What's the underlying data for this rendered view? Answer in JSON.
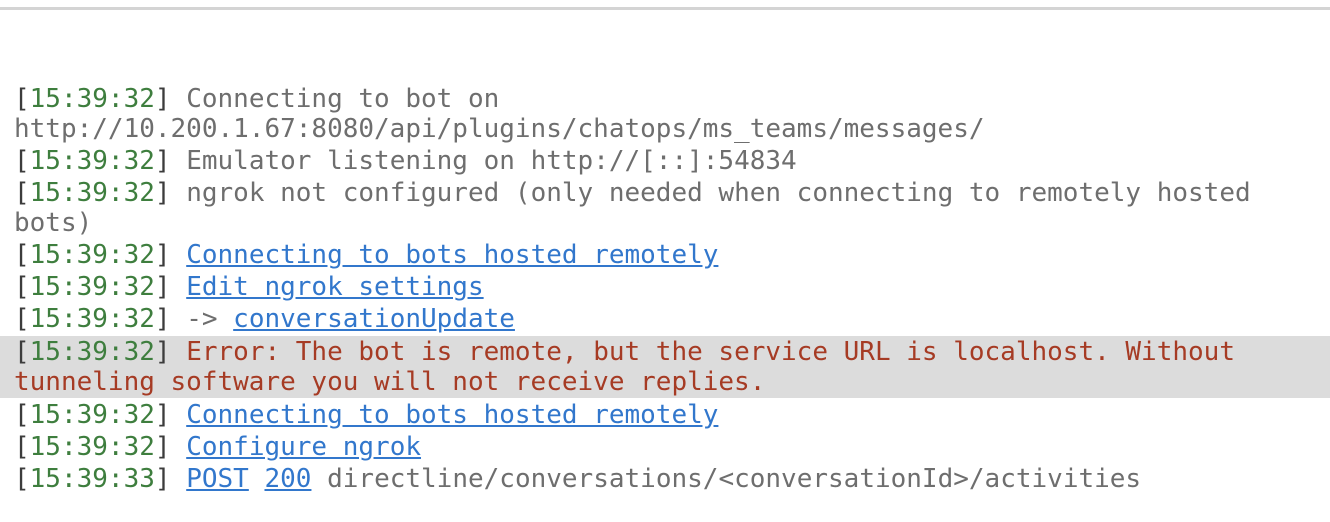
{
  "colors": {
    "background": "#ffffff",
    "top_border": "#d4d4d4",
    "timestamp": "#3e7e3e",
    "bracket": "#3c3c3c",
    "text": "#6e6e6e",
    "link": "#3277cc",
    "error_text": "#a63b24",
    "error_bg": "#dcdcdc"
  },
  "log": {
    "bracket_open": "[",
    "bracket_close": "]",
    "separator": " ",
    "entries": [
      {
        "time": "15:39:32",
        "highlighted": false,
        "segments": [
          {
            "type": "text",
            "text": "Connecting to bot on http://10.200.1.67:8080/api/plugins/chatops/ms_teams/messages/"
          }
        ]
      },
      {
        "time": "15:39:32",
        "highlighted": false,
        "segments": [
          {
            "type": "text",
            "text": "Emulator listening on http://[::]:54834"
          }
        ]
      },
      {
        "time": "15:39:32",
        "highlighted": false,
        "segments": [
          {
            "type": "text",
            "text": "ngrok not configured (only needed when connecting to remotely hosted bots)"
          }
        ]
      },
      {
        "time": "15:39:32",
        "highlighted": false,
        "segments": [
          {
            "type": "link",
            "name": "link-connecting-to-bots-hosted-remotely",
            "text": "Connecting to bots hosted remotely"
          }
        ]
      },
      {
        "time": "15:39:32",
        "highlighted": false,
        "segments": [
          {
            "type": "link",
            "name": "link-edit-ngrok-settings",
            "text": "Edit ngrok settings"
          }
        ]
      },
      {
        "time": "15:39:32",
        "highlighted": false,
        "segments": [
          {
            "type": "text",
            "text": "-> "
          },
          {
            "type": "link",
            "name": "link-conversation-update",
            "text": "conversationUpdate"
          }
        ]
      },
      {
        "time": "15:39:32",
        "highlighted": true,
        "segments": [
          {
            "type": "error",
            "text": "Error: The bot is remote, but the service URL is localhost. Without tunneling software you will not receive replies."
          }
        ]
      },
      {
        "time": "15:39:32",
        "highlighted": false,
        "segments": [
          {
            "type": "link",
            "name": "link-connecting-to-bots-hosted-remotely",
            "text": "Connecting to bots hosted remotely"
          }
        ]
      },
      {
        "time": "15:39:32",
        "highlighted": false,
        "segments": [
          {
            "type": "link",
            "name": "link-configure-ngrok",
            "text": "Configure ngrok"
          }
        ]
      },
      {
        "time": "15:39:33",
        "highlighted": false,
        "segments": [
          {
            "type": "link",
            "name": "link-post-method",
            "text": "POST"
          },
          {
            "type": "text",
            "text": " "
          },
          {
            "type": "link",
            "name": "link-status-200",
            "text": "200"
          },
          {
            "type": "text",
            "text": " directline/conversations/<conversationId>/activities"
          }
        ]
      }
    ]
  }
}
